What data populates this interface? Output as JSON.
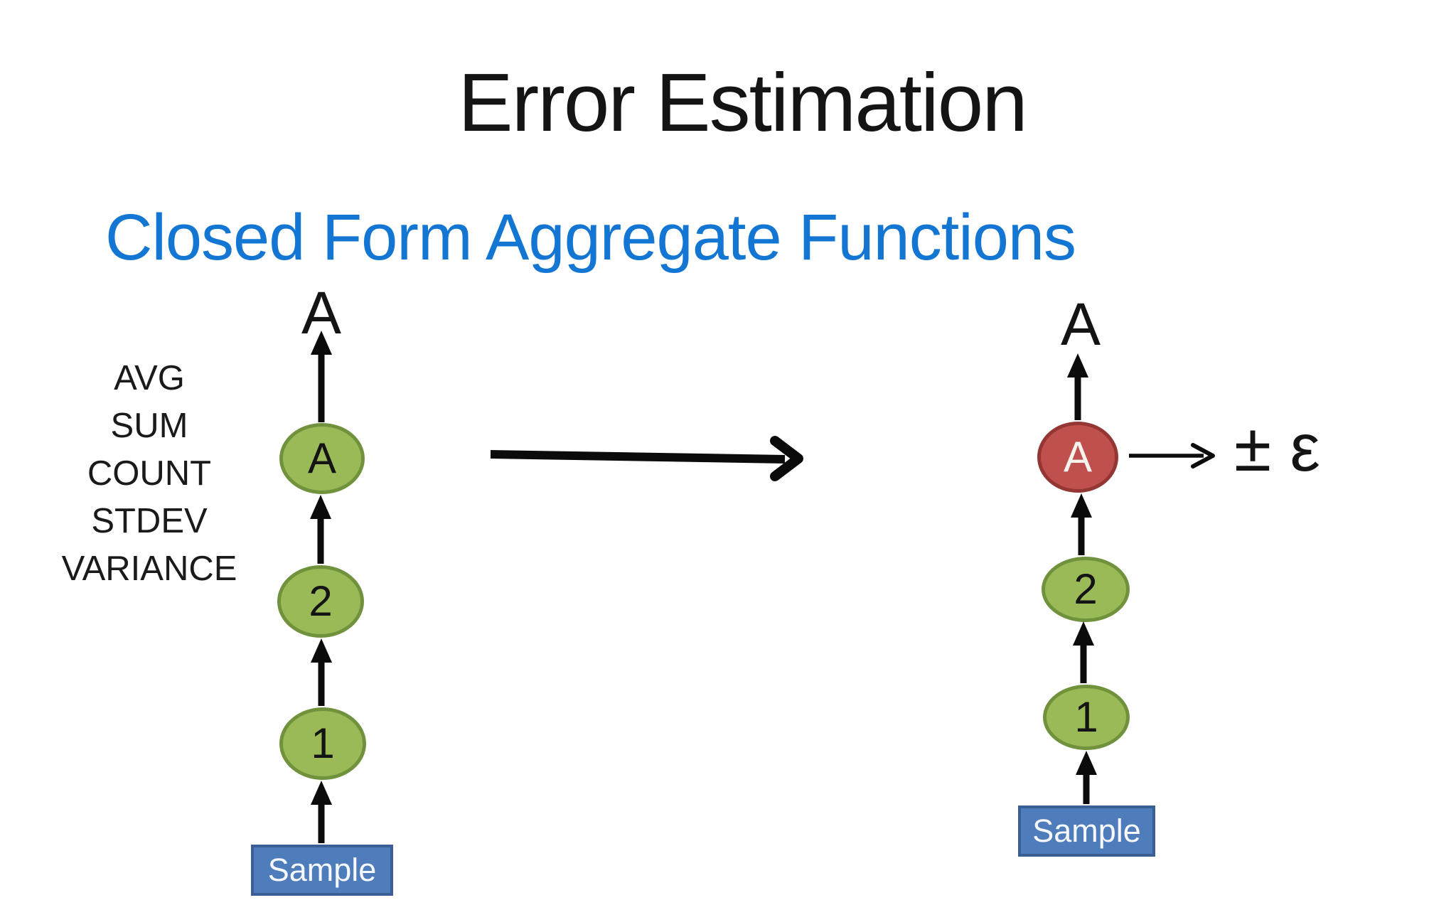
{
  "slide": {
    "title": "Error Estimation",
    "subtitle": "Closed Form Aggregate Functions",
    "aggregate_functions": [
      "AVG",
      "SUM",
      "COUNT",
      "STDEV",
      "VARIANCE"
    ],
    "left_pipeline": {
      "output_label": "A",
      "nodes": [
        {
          "label": "A",
          "color": "green"
        },
        {
          "label": "2",
          "color": "green"
        },
        {
          "label": "1",
          "color": "green"
        }
      ],
      "source_label": "Sample"
    },
    "right_pipeline": {
      "output_label": "A",
      "error_margin_label": "± ε",
      "nodes": [
        {
          "label": "A",
          "color": "red"
        },
        {
          "label": "2",
          "color": "green"
        },
        {
          "label": "1",
          "color": "green"
        }
      ],
      "source_label": "Sample"
    },
    "colors": {
      "subtitle_blue": "#1276d2",
      "node_green": "#9aba58",
      "node_green_border": "#71923c",
      "node_red": "#c0504d",
      "node_red_border": "#943634",
      "box_blue": "#4f7cba",
      "box_blue_border": "#3a5f94",
      "arrow_black": "#0b0b0b",
      "title_black": "#141414"
    }
  }
}
